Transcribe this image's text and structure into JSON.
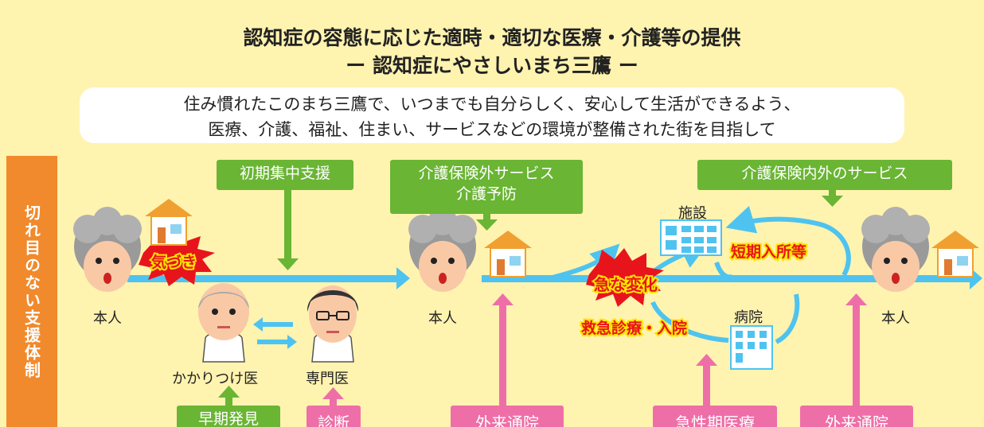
{
  "title": {
    "line1": "認知症の容態に応じた適時・適切な医療・介護等の提供",
    "line2": "ー 認知症にやさしいまち三鷹 ー"
  },
  "banner": {
    "line1": "住み慣れたこのまち三鷹で、いつまでも自分らしく、安心して生活ができるよう、",
    "line2": "医療、介護、福祉、住まい、サービスなどの環境が整備された街を目指して"
  },
  "side_label": "切れ目のない支援体制",
  "green_tags": {
    "initial_support": "初期集中支援",
    "outside_insurance_1": "介護保険外サービス",
    "outside_insurance_2": "介護予防",
    "inside_outside": "介護保険内外のサービス",
    "early_detection": "早期発見"
  },
  "pink_tags": {
    "diagnosis": "診断",
    "outpatient_1": "外来通院",
    "acute_care": "急性期医療",
    "outpatient_2": "外来通院"
  },
  "labels": {
    "person_1": "本人",
    "person_2": "本人",
    "person_3": "本人",
    "family_doctor": "かかりつけ医",
    "specialist": "専門医",
    "facility": "施設",
    "hospital": "病院"
  },
  "alerts": {
    "notice": "気づき",
    "sudden_change": "急な変化",
    "emergency": "救急診療・入院",
    "short_stay": "短期入所等"
  },
  "colors": {
    "background": "#fff3b0",
    "green": "#6ab534",
    "pink": "#ee6fa7",
    "orange": "#f08a2c",
    "arrow_blue": "#4ec3ef",
    "alert_red": "#e8141c"
  }
}
